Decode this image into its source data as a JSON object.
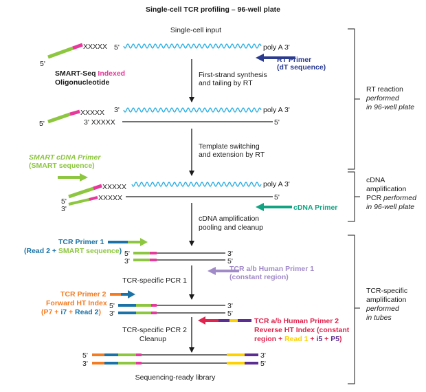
{
  "title": "Single-cell TCR profiling – 96-well plate",
  "colors": {
    "black": "#1a1a1a",
    "wave": "#29aee3",
    "green": "#8dc63f",
    "magenta": "#e6399b",
    "navy": "#2b3b8f",
    "teal_green": "#12a383",
    "teal_blue": "#1a72a6",
    "lavender": "#a18ac8",
    "orange": "#f47b20",
    "red": "#e0244e",
    "yellow": "#ffd100",
    "purple": "#5c2e91"
  },
  "steps": {
    "input": "Single-cell input",
    "first_strand_1": "First-strand synthesis",
    "first_strand_2": "and tailing by RT",
    "switch_1": "Template switching",
    "switch_2": "and extension by RT",
    "amp_1": "cDNA amplification",
    "amp_2": "pooling and cleanup",
    "pcr1": "TCR-specific PCR 1",
    "pcr2_1": "TCR-specific PCR 2",
    "pcr2_2": "Cleanup",
    "final": "Sequencing-ready library"
  },
  "ends": {
    "five": "5'",
    "three": "3'",
    "poly_a": "poly A 3'",
    "xxxxx": "XXXXX",
    "three_xxxxx": "3' XXXXX"
  },
  "oligo": {
    "line1_a": "SMART-Seq ",
    "line1_b": "Indexed",
    "line2": "Oligonucleotide"
  },
  "rt_primer": {
    "line1": "RT Primer",
    "line2": "(dT sequence)"
  },
  "smart_primer": {
    "line1": "SMART cDNA Primer",
    "line2": "(SMART sequence)"
  },
  "cdna_primer": "cDNA Primer",
  "tcr_primer1": {
    "line1": "TCR Primer 1",
    "open": "(",
    "read2": "Read 2",
    "plus": " + ",
    "smart": "SMART sequence",
    "close": ")"
  },
  "human_primer1": {
    "line1": "TCR a/b Human Primer 1",
    "line2": "(constant region)"
  },
  "tcr_primer2": {
    "line1": "TCR Primer 2",
    "line2": "Forward HT Index",
    "open": "(",
    "p7": "P7",
    "plus1": " + ",
    "i7": "i7",
    "plus2": " + ",
    "read2": "Read 2",
    "close": ")"
  },
  "human_primer2": {
    "line1": "TCR a/b Human Primer 2",
    "line2": "Reverse HT Index (constant",
    "region": "region + ",
    "read1": "Read 1",
    "plus1": " + ",
    "i5": "i5",
    "plus2": " + ",
    "p5": "P5",
    "close": ")"
  },
  "brackets": {
    "rt_1": "RT reaction",
    "rt_2": "performed",
    "rt_3": "in 96-well plate",
    "cdna_1": "cDNA",
    "cdna_2": "amplification",
    "cdna_3a": "PCR ",
    "cdna_3b": "performed",
    "cdna_4": "in 96-well plate",
    "tcr_1": "TCR-specific",
    "tcr_2": "amplification",
    "tcr_3": "performed",
    "tcr_4": "in tubes"
  }
}
